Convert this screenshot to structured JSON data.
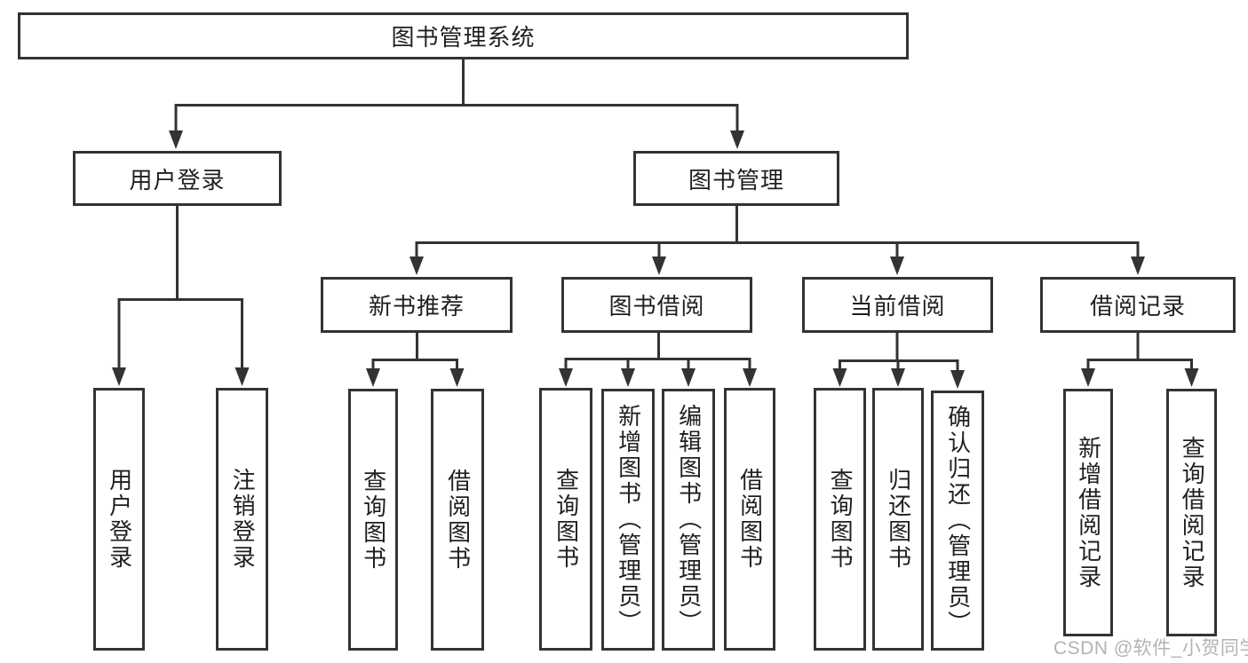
{
  "diagram": {
    "root": {
      "label": "图书管理系统"
    },
    "level2": [
      {
        "label": "用户登录"
      },
      {
        "label": "图书管理"
      }
    ],
    "level3": [
      {
        "label": "新书推荐",
        "parent": "图书管理"
      },
      {
        "label": "图书借阅",
        "parent": "图书管理"
      },
      {
        "label": "当前借阅",
        "parent": "图书管理"
      },
      {
        "label": "借阅记录",
        "parent": "图书管理"
      }
    ],
    "leaves": [
      {
        "label": "用户登录",
        "parent": "用户登录"
      },
      {
        "label": "注销登录",
        "parent": "用户登录"
      },
      {
        "label": "查询图书",
        "parent": "新书推荐"
      },
      {
        "label": "借阅图书",
        "parent": "新书推荐"
      },
      {
        "label": "查询图书",
        "parent": "图书借阅"
      },
      {
        "label": "新增图书（管理员）",
        "parent": "图书借阅"
      },
      {
        "label": "编辑图书（管理员）",
        "parent": "图书借阅"
      },
      {
        "label": "借阅图书",
        "parent": "图书借阅"
      },
      {
        "label": "查询图书",
        "parent": "当前借阅"
      },
      {
        "label": "归还图书",
        "parent": "当前借阅"
      },
      {
        "label": "确认归还（管理员）",
        "parent": "当前借阅"
      },
      {
        "label": "新增借阅记录",
        "parent": "借阅记录"
      },
      {
        "label": "查询借阅记录",
        "parent": "借阅记录"
      }
    ]
  },
  "watermark": "CSDN @软件_小贺同学",
  "colors": {
    "line": "#333333",
    "text": "#1f1f1f",
    "background": "#ffffff",
    "watermark": "#969696"
  }
}
